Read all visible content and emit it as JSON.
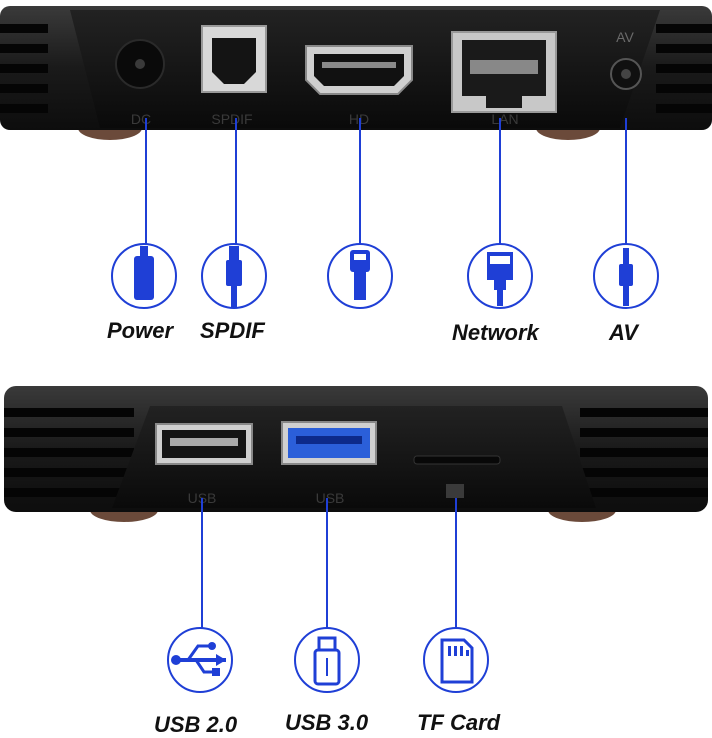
{
  "top_panel": {
    "port_labels": {
      "dc": "DC",
      "spdif": "SPDIF",
      "hd": "HD",
      "lan": "LAN",
      "av": "AV"
    },
    "callouts": {
      "power": "Power",
      "spdif": "SPDIF",
      "network": "Network",
      "av": "AV"
    },
    "icons": [
      "power-plug-icon",
      "spdif-optical-icon",
      "hdmi-cable-icon",
      "ethernet-plug-icon",
      "av-jack-icon"
    ]
  },
  "bottom_panel": {
    "port_labels": {
      "usb_left": "USB",
      "usb_right": "USB"
    },
    "callouts": {
      "usb2": "USB 2.0",
      "usb3": "USB 3.0",
      "tf": "TF Card"
    },
    "icons": [
      "usb-symbol-icon",
      "usb-stick-icon",
      "sd-card-icon"
    ]
  },
  "colors": {
    "accent": "#1f3fd6",
    "device": "#1b1b1b",
    "usb3_blue": "#2b5fd9"
  }
}
